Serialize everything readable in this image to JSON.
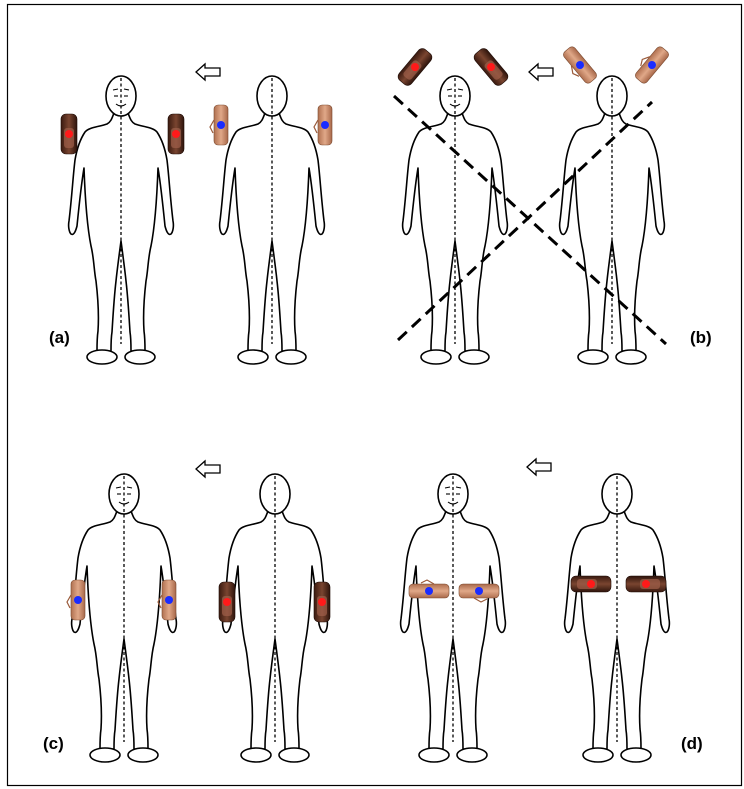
{
  "panels": [
    {
      "label": "(a)"
    },
    {
      "label": "(b)"
    },
    {
      "label": "(c)"
    },
    {
      "label": "(d)"
    }
  ],
  "colors": {
    "front_marker": "#ff1a1a",
    "back_marker": "#1a2cff",
    "palm": "#c98a68",
    "hand_back": "#5a3020",
    "outline": "#000000"
  },
  "icons": {
    "figure": "human-outline-icon",
    "arrow": "left-arrow-icon",
    "cross": "cross-out-icon"
  }
}
